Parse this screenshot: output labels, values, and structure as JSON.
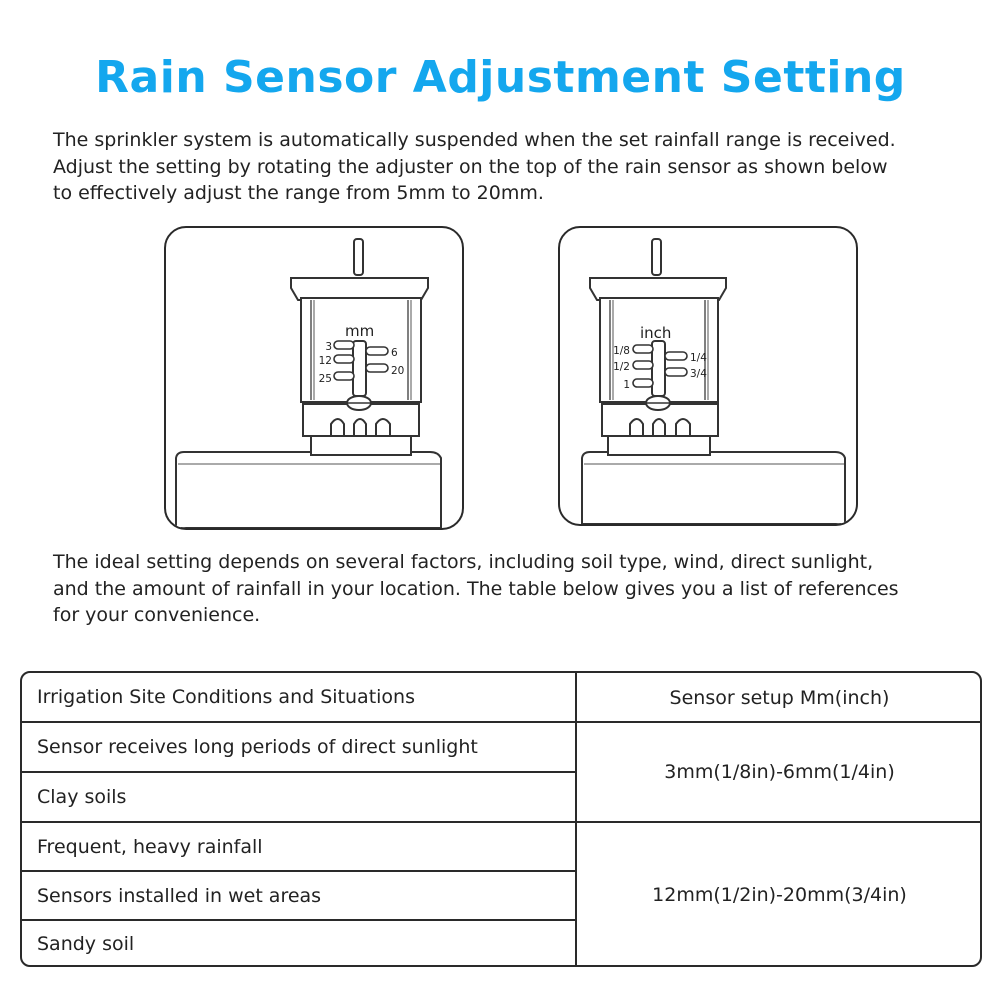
{
  "title": "Rain Sensor Adjustment Setting",
  "intro": {
    "line1": "The sprinkler system is automatically suspended when the set rainfall range is received.",
    "line2": "Adjust the setting by rotating the adjuster on the top of the rain sensor as shown below",
    "line3": "to effectively adjust the range from 5mm to 20mm."
  },
  "diagrams": {
    "mm": {
      "unit": "mm",
      "left_labels": [
        "3",
        "12",
        "25"
      ],
      "right_labels": [
        "6",
        "20"
      ]
    },
    "inch": {
      "unit": "inch",
      "left_labels": [
        "1/8",
        "1/2",
        "1"
      ],
      "right_labels": [
        "1/4",
        "3/4"
      ]
    }
  },
  "factors": {
    "line1": "The ideal setting depends on several factors, including soil type, wind, direct sunlight,",
    "line2": "and the amount of rainfall in your location. The table below gives you a list of references",
    "line3": "for your convenience."
  },
  "table": {
    "header_conditions": "Irrigation Site Conditions and Situations",
    "header_setup": "Sensor setup Mm(inch)",
    "rows": [
      "Sensor receives long periods of direct sunlight",
      "Clay soils",
      "Frequent, heavy rainfall",
      "Sensors installed in wet areas",
      "Sandy soil"
    ],
    "groups": [
      "3mm(1/8in)-6mm(1/4in)",
      "12mm(1/2in)-20mm(3/4in)"
    ]
  }
}
